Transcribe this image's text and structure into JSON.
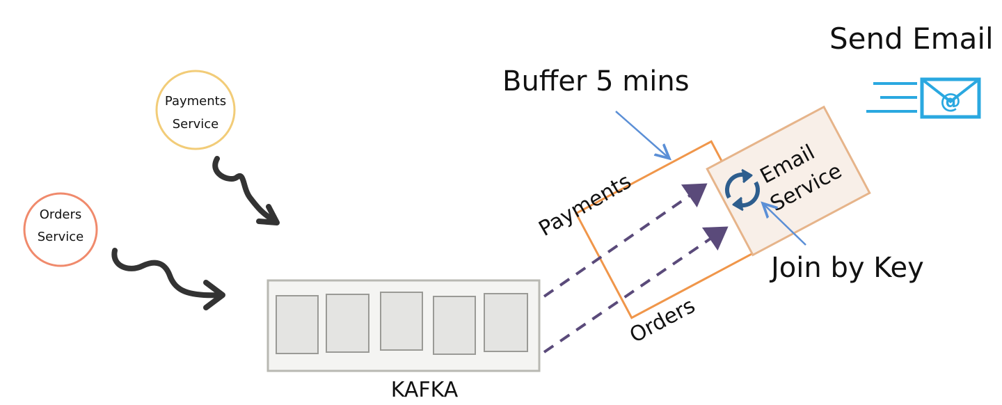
{
  "services": {
    "payments": {
      "line1": "Payments",
      "line2": "Service",
      "color": "#f2cc78"
    },
    "orders": {
      "line1": "Orders",
      "line2": "Service",
      "color": "#f08a6c"
    }
  },
  "kafka": {
    "label": "KAFKA",
    "partitions": 5
  },
  "streams": {
    "payments_label": "Payments",
    "orders_label": "Orders",
    "arrow_color": "#5a4a7a"
  },
  "email_service": {
    "line1": "Email",
    "line2": "Service"
  },
  "annotations": {
    "buffer": "Buffer 5 mins",
    "join": "Join by Key",
    "send_email": "Send Email"
  },
  "email_icon": {
    "symbol": "@",
    "color": "#2aa8e0"
  },
  "colors": {
    "window_border": "#f0964a",
    "email_border": "#e6b48a",
    "pointer_blue": "#5b8fd6",
    "join_icon": "#2e5e8e"
  }
}
